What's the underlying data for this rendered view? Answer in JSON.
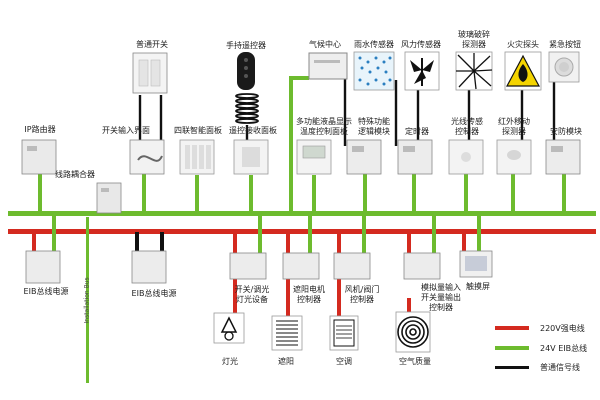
{
  "colors": {
    "red": "#d42a1f",
    "green": "#6dbb2e",
    "black": "#111111"
  },
  "top_sensors": {
    "weather_center": "气候中心",
    "rain_sensor": "雨水传感器",
    "wind_sensor": "风力传感器",
    "glass_break": "玻璃破碎\n探测器",
    "fire_probe": "火灾探头",
    "emergency_button": "紧急按钮"
  },
  "top_devices": {
    "common_switch": "普通开关",
    "remote": "手持遥控器",
    "switch_interface": "开关输入界面",
    "ip_router": "IP路由器",
    "four_panel": "四联智能面板",
    "remote_receiver": "遥控接收面板",
    "lcd_panel": "多功能液晶显示\n温度控制面板",
    "logic_module": "特殊功能\n逻辑模块",
    "timer": "定时器",
    "light_sensor": "光线传感\n控制器",
    "ir_detector": "红外移动\n探测器",
    "security_module": "安防模块",
    "line_coupler": "线路耦合器"
  },
  "bottom_devices": {
    "eib_power_left": "EIB总线电源",
    "eib_power": "EIB总线电源",
    "light_control": "开关/调光\n灯光设备",
    "shade_motor": "遮阳电机\n控制器",
    "fan_valve": "风机/阀门\n控制器",
    "analog_input": "模拟量输入\n开关量输出\n控制器",
    "touch_screen": "触摸屏"
  },
  "loads": {
    "lighting": "灯光",
    "shading": "遮阳",
    "ac": "空调",
    "air_quality": "空气质量"
  },
  "installation_bus_label": "Installation Bus",
  "legend": [
    {
      "label": "220V强电线",
      "color": "red"
    },
    {
      "label": "24V EIB总线",
      "color": "green"
    },
    {
      "label": "普通信号线",
      "color": "black"
    }
  ]
}
